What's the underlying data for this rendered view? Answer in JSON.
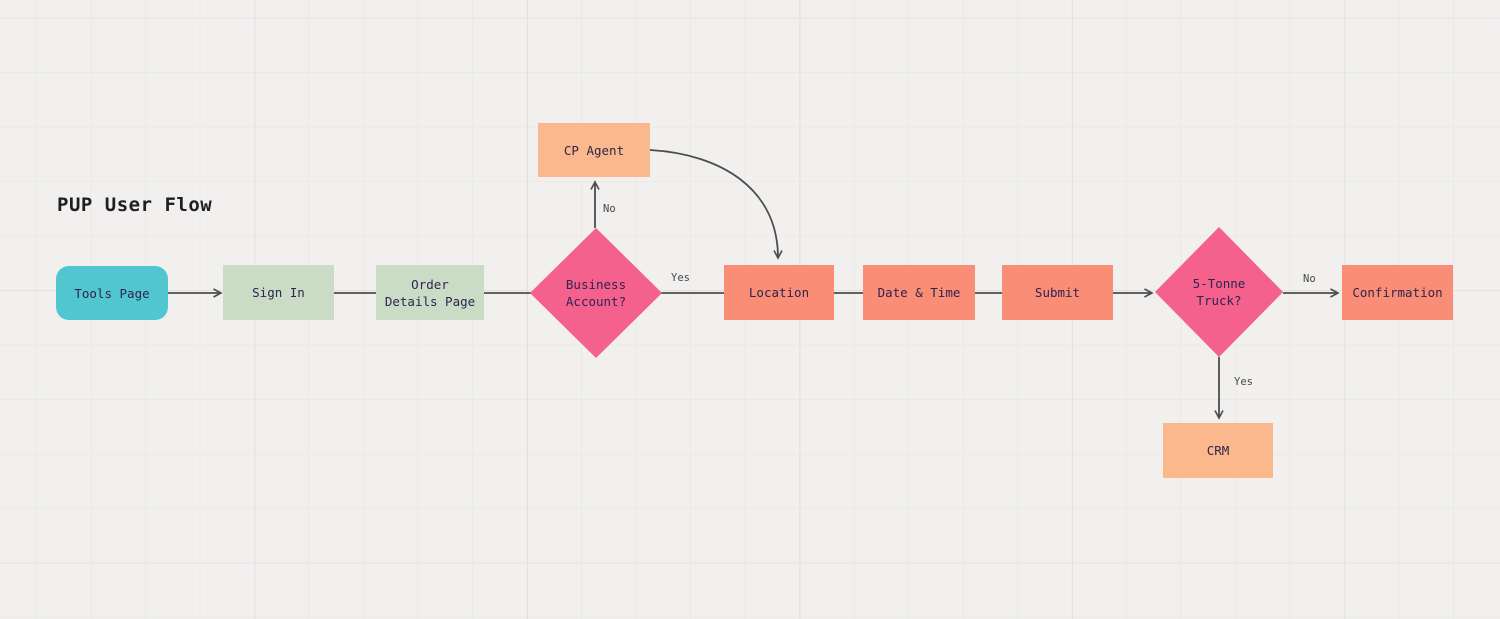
{
  "title": "PUP User Flow",
  "colors": {
    "background": "#f1f0ef",
    "grid_major": "#e2e1e0",
    "grid_minor": "#eaeae8",
    "teal": "#52c6cf",
    "sage": "#cadcc6",
    "salmon": "#fa8d75",
    "peach": "#fab88c",
    "pink": "#f4618d",
    "connector": "#4d4d4d",
    "node_text": "#2e2550",
    "title_text": "#1f1e22",
    "edge_label_text": "#474747"
  },
  "nodes": [
    {
      "id": "tools-page",
      "label": "Tools Page",
      "shape": "rounded-rect",
      "color_key": "teal"
    },
    {
      "id": "sign-in",
      "label": "Sign In",
      "shape": "rect",
      "color_key": "sage"
    },
    {
      "id": "order-details-page",
      "label": "Order\nDetails Page",
      "shape": "rect",
      "color_key": "sage"
    },
    {
      "id": "business-account",
      "label": "Business\nAccount?",
      "shape": "diamond",
      "color_key": "pink"
    },
    {
      "id": "cp-agent",
      "label": "CP Agent",
      "shape": "rect",
      "color_key": "peach"
    },
    {
      "id": "location",
      "label": "Location",
      "shape": "rect",
      "color_key": "salmon"
    },
    {
      "id": "date-time",
      "label": "Date & Time",
      "shape": "rect",
      "color_key": "salmon"
    },
    {
      "id": "submit",
      "label": "Submit",
      "shape": "rect",
      "color_key": "salmon"
    },
    {
      "id": "five-tonne-truck",
      "label": "5-Tonne\nTruck?",
      "shape": "diamond",
      "color_key": "pink"
    },
    {
      "id": "crm",
      "label": "CRM",
      "shape": "rect",
      "color_key": "peach"
    },
    {
      "id": "confirmation",
      "label": "Confirmation",
      "shape": "rect",
      "color_key": "salmon"
    }
  ],
  "edges": [
    {
      "from": "tools-page",
      "to": "sign-in",
      "label": "",
      "arrowhead": true
    },
    {
      "from": "sign-in",
      "to": "order-details-page",
      "label": "",
      "arrowhead": false
    },
    {
      "from": "order-details-page",
      "to": "business-account",
      "label": "",
      "arrowhead": false
    },
    {
      "from": "business-account",
      "to": "cp-agent",
      "label": "No",
      "arrowhead": true
    },
    {
      "from": "cp-agent",
      "to": "location",
      "label": "",
      "arrowhead": true
    },
    {
      "from": "business-account",
      "to": "location",
      "label": "Yes",
      "arrowhead": false
    },
    {
      "from": "location",
      "to": "date-time",
      "label": "",
      "arrowhead": false
    },
    {
      "from": "date-time",
      "to": "submit",
      "label": "",
      "arrowhead": false
    },
    {
      "from": "submit",
      "to": "five-tonne-truck",
      "label": "",
      "arrowhead": true
    },
    {
      "from": "five-tonne-truck",
      "to": "confirmation",
      "label": "No",
      "arrowhead": true
    },
    {
      "from": "five-tonne-truck",
      "to": "crm",
      "label": "Yes",
      "arrowhead": true
    }
  ]
}
